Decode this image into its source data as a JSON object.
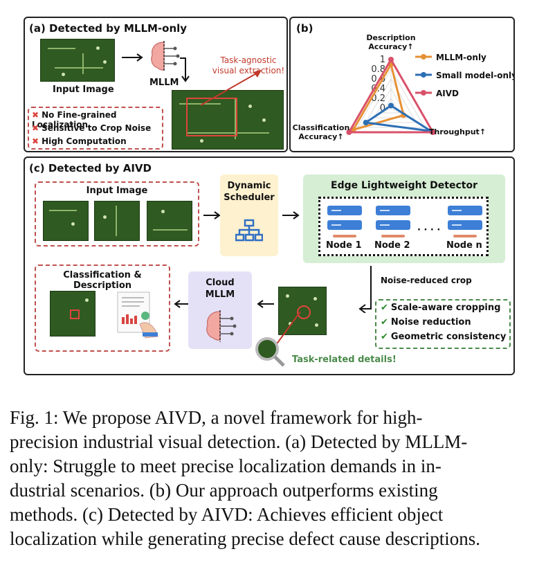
{
  "panel_a": {
    "title": "(a) Detected by MLLM-only",
    "input_label": "Input Image",
    "mllm_label": "MLLM",
    "annotation": "Task-agnostic visual extraction!",
    "issues": [
      "No Fine-grained Localization",
      "Sensitive to Crop Noise",
      "High Computation"
    ]
  },
  "panel_b": {
    "title": "(b)"
  },
  "chart_data": {
    "type": "radar",
    "axes": [
      "Description Accuracy↑",
      "Classification Accuracy↑",
      "Throughput↑"
    ],
    "rlim": [
      0,
      1
    ],
    "ticks": [
      "0",
      "0.2",
      "0.4",
      "0.6",
      "0.8",
      "1"
    ],
    "series": [
      {
        "name": "MLLM-only",
        "color": "#e69136",
        "values": [
          0.9,
          0.9,
          0.3
        ]
      },
      {
        "name": "Small model-only",
        "color": "#2c6fb5",
        "values": [
          0.05,
          0.6,
          0.95
        ]
      },
      {
        "name": "AIVD",
        "color": "#d9506a",
        "values": [
          1.0,
          1.0,
          1.0
        ]
      }
    ],
    "legend": "right"
  },
  "panel_c": {
    "title": "(c) Detected by AIVD",
    "input_label": "Input Image",
    "scheduler": "Dynamic Scheduler",
    "detector_title": "Edge Lightweight Detector",
    "nodes": [
      "Node 1",
      "Node 2",
      "Node n"
    ],
    "ellipsis": "· · · ·",
    "noise_label": "Noise-reduced crop",
    "cloud": "Cloud MLLM",
    "classification": "Classification & Description",
    "checks": [
      "Scale-aware cropping",
      "Noise reduction",
      "Geometric consistency"
    ],
    "task_details": "Task-related details!"
  },
  "caption": [
    "Fig. 1: We propose AIVD, a novel framework for high-",
    "precision industrial visual detection. (a) Detected by MLLM-",
    "only: Struggle to meet precise localization demands in in-",
    "dustrial scenarios. (b) Our approach outperforms existing",
    "methods. (c) Detected by AIVD: Achieves efficient object",
    "localization while generating precise defect cause descriptions."
  ]
}
